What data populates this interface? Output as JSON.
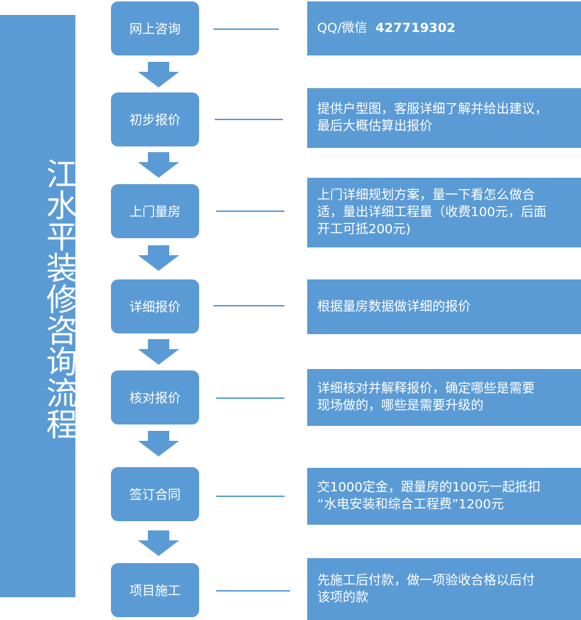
{
  "title": "江水平装修咨询流程",
  "steps": [
    {
      "label": "网上咨询",
      "desc_prefix": "QQ/微信",
      "desc_value": "427719302"
    },
    {
      "label": "初步报价",
      "desc": "提供户型图，客服详细了解并给出建议，\n最后大概估算出报价"
    },
    {
      "label": "上门量房",
      "desc": "上门详细规划方案，量一下看怎么做合\n适，量出详细工程量（收费100元，后面\n开工可抵200元)"
    },
    {
      "label": "详细报价",
      "desc": "根据量房数据做详细的报价"
    },
    {
      "label": "核对报价",
      "desc": "详细核对并解释报价，确定哪些是需要\n现场做的，哪些是需要升级的"
    },
    {
      "label": "签订合同",
      "desc": "交1000定金，跟量房的100元一起抵扣\n“水电安装和综合工程费”1200元"
    },
    {
      "label": "项目施工",
      "desc": "先施工后付款，做一项验收合格以后付\n该项的款"
    }
  ],
  "colors": {
    "accent": "#5b9bd5",
    "text": "#ffffff"
  }
}
